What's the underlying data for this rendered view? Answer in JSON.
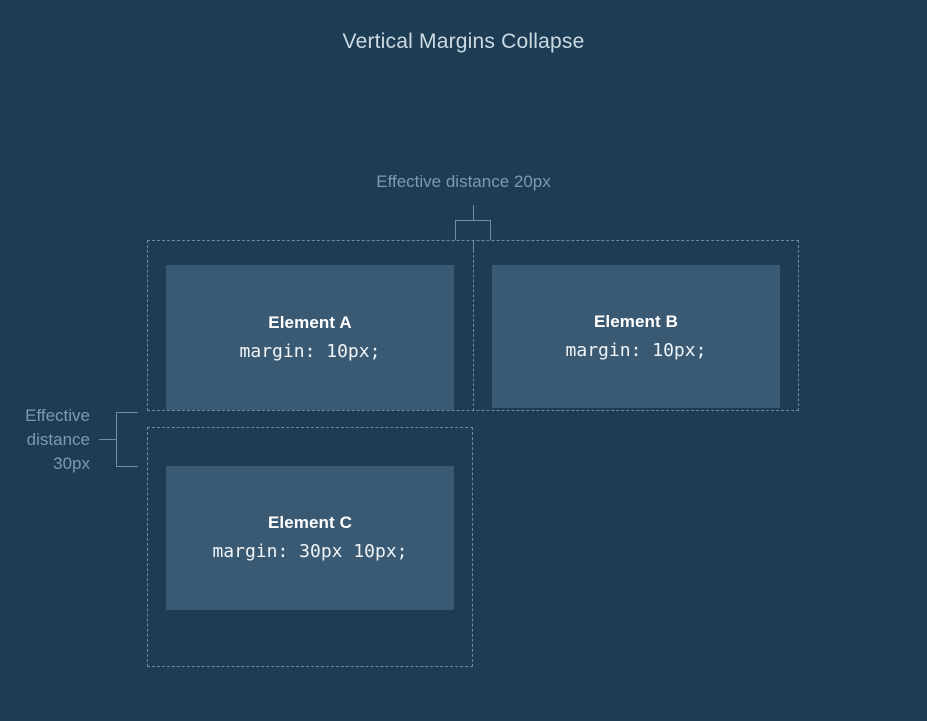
{
  "page": {
    "title": "Vertical Margins Collapse",
    "background_color": "#1e3d54",
    "box_fill_color": "#3a5a73",
    "dashed_border_color": "#6c8ba0",
    "annotation_color": "#7e9aac",
    "box_text_color": "#ffffff",
    "title_color": "#ccdae3"
  },
  "annotations": [
    {
      "id": "top",
      "label": "Effective distance 20px",
      "value": "20px",
      "orientation": "vertical-gap",
      "icon": "measurement-bracket-icon"
    },
    {
      "id": "left",
      "label": "Effective distance 30px",
      "value": "30px",
      "orientation": "vertical-gap",
      "icon": "measurement-bracket-icon"
    }
  ],
  "containers": [
    {
      "id": "row-one",
      "columns": 2
    },
    {
      "id": "row-two",
      "columns": 1
    }
  ],
  "elements": [
    {
      "id": "a",
      "name": "Element A",
      "code": "margin: 10px;"
    },
    {
      "id": "b",
      "name": "Element B",
      "code": "margin: 10px;"
    },
    {
      "id": "c",
      "name": "Element C",
      "code": "margin: 30px 10px;"
    }
  ]
}
